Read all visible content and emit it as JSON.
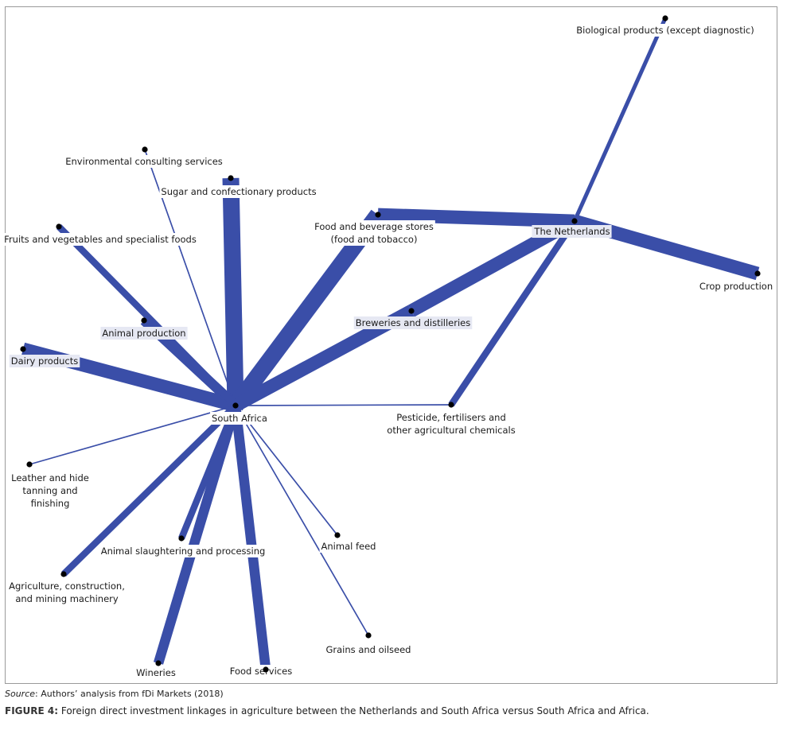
{
  "figure": {
    "source_prefix": "Source",
    "source_text": ": Authors’ analysis from fDi Markets (2018)",
    "caption_label": "FIGURE 4:",
    "caption_text": " Foreign direct investment linkages in agriculture between the Netherlands and South Africa versus South Africa and Africa."
  },
  "colors": {
    "edge": "#3a4ea8",
    "node": "#000000",
    "label_tint": "#e6e8f3"
  },
  "nodes": [
    {
      "id": "south_africa",
      "lines": [
        "South Africa"
      ]
    },
    {
      "id": "netherlands",
      "lines": [
        "The Netherlands"
      ]
    },
    {
      "id": "biological",
      "lines": [
        "Biological products (except diagnostic)"
      ]
    },
    {
      "id": "environmental",
      "lines": [
        "Environmental consulting services"
      ]
    },
    {
      "id": "sugar",
      "lines": [
        "Sugar and confectionary products"
      ]
    },
    {
      "id": "fruits",
      "lines": [
        "Fruits and vegetables and specialist foods"
      ]
    },
    {
      "id": "food_bev",
      "lines": [
        "Food and beverage stores",
        "(food and tobacco)"
      ]
    },
    {
      "id": "crop",
      "lines": [
        "Crop production"
      ]
    },
    {
      "id": "breweries",
      "lines": [
        "Breweries and distilleries"
      ]
    },
    {
      "id": "animal_prod",
      "lines": [
        "Animal production"
      ]
    },
    {
      "id": "dairy",
      "lines": [
        "Dairy products"
      ]
    },
    {
      "id": "pesticide",
      "lines": [
        "Pesticide, fertilisers and",
        "other agricultural chemicals"
      ]
    },
    {
      "id": "leather",
      "lines": [
        "Leather and hide",
        "tanning and",
        "finishing"
      ]
    },
    {
      "id": "animal_feed",
      "lines": [
        "Animal feed"
      ]
    },
    {
      "id": "slaughter",
      "lines": [
        "Animal slaughtering and processing"
      ]
    },
    {
      "id": "agri_mach",
      "lines": [
        "Agriculture, construction,",
        "and mining machinery"
      ]
    },
    {
      "id": "grains",
      "lines": [
        "Grains and oilseed"
      ]
    },
    {
      "id": "wineries",
      "lines": [
        "Wineries"
      ]
    },
    {
      "id": "food_services",
      "lines": [
        "Food services"
      ]
    }
  ],
  "edges": [
    {
      "from": "south_africa",
      "to": "sugar",
      "weight": 5
    },
    {
      "from": "south_africa",
      "to": "food_bev",
      "weight": 5
    },
    {
      "from": "south_africa",
      "to": "breweries",
      "weight": 4
    },
    {
      "from": "south_africa",
      "to": "dairy",
      "weight": 4
    },
    {
      "from": "south_africa",
      "to": "animal_prod",
      "weight": 3
    },
    {
      "from": "south_africa",
      "to": "fruits",
      "weight": 2
    },
    {
      "from": "south_africa",
      "to": "environmental",
      "weight": 0.4
    },
    {
      "from": "south_africa",
      "to": "leather",
      "weight": 0.4
    },
    {
      "from": "south_africa",
      "to": "pesticide",
      "weight": 0.4
    },
    {
      "from": "south_africa",
      "to": "animal_feed",
      "weight": 0.4
    },
    {
      "from": "south_africa",
      "to": "grains",
      "weight": 0.4
    },
    {
      "from": "south_africa",
      "to": "slaughter",
      "weight": 2
    },
    {
      "from": "south_africa",
      "to": "agri_mach",
      "weight": 2
    },
    {
      "from": "south_africa",
      "to": "wineries",
      "weight": 3
    },
    {
      "from": "south_africa",
      "to": "food_services",
      "weight": 3
    },
    {
      "from": "netherlands",
      "to": "food_bev",
      "weight": 4
    },
    {
      "from": "netherlands",
      "to": "breweries",
      "weight": 4
    },
    {
      "from": "netherlands",
      "to": "crop",
      "weight": 4
    },
    {
      "from": "netherlands",
      "to": "biological",
      "weight": 1.2
    },
    {
      "from": "netherlands",
      "to": "pesticide",
      "weight": 2
    }
  ]
}
